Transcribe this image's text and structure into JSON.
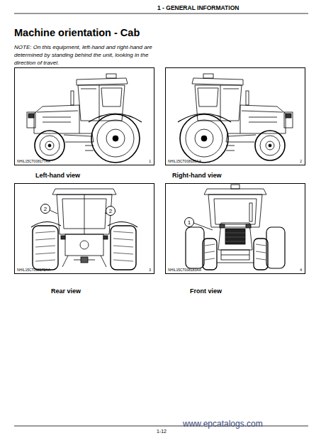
{
  "diagram": {
    "title": "Machine orientation - Cab",
    "nodes": [
      {
        "text": [
          "NHIL15CT008177AA",
          "1"
        ]
      },
      {
        "text": [
          "NHIL15CT008180AA",
          "2"
        ]
      },
      {
        "text": [
          "NHIL15CT008172AA",
          "3"
        ]
      },
      {
        "text": [
          "2"
        ],
        "in": 2
      },
      {
        "text": [
          "2"
        ],
        "in": 2
      },
      {
        "text": [
          "NHIL15CT008183AA",
          "4"
        ]
      },
      {
        "text": [
          "1"
        ],
        "in": 5
      }
    ],
    "edges": [],
    "labels": [
      "1 - GENERAL INFORMATION",
      "NOTE: On this equipment, left-hand and right-hand are determined by standing behind the unit, looking in the direction of travel.",
      "Left-hand view",
      "Right-hand view",
      "Rear view",
      "Front view",
      "1-12",
      "www.epcatalogs.com"
    ]
  }
}
